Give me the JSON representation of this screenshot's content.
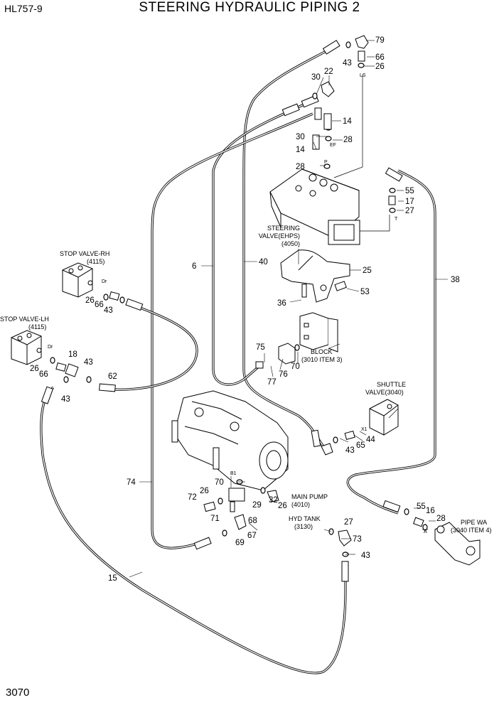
{
  "header": {
    "model": "HL757-9",
    "title": "STEERING HYDRAULIC PIPING 2"
  },
  "footer": {
    "page_number": "3070"
  },
  "components": [
    {
      "key": "steering_valve",
      "lines": [
        "STEERING",
        "VALVE(EHPS)",
        "(4050)"
      ]
    },
    {
      "key": "stop_valve_rh",
      "lines": [
        "STOP VALVE-RH",
        "(4115)"
      ]
    },
    {
      "key": "stop_valve_lh",
      "lines": [
        "STOP VALVE-LH",
        "(4115)"
      ]
    },
    {
      "key": "block",
      "lines": [
        "BLOCK",
        "(3010 ITEM 3)"
      ]
    },
    {
      "key": "shuttle_valve",
      "lines": [
        "SHUTTLE",
        "VALVE(3040)"
      ]
    },
    {
      "key": "main_pump",
      "lines": [
        "MAIN PUMP",
        "(4010)"
      ]
    },
    {
      "key": "hyd_tank",
      "lines": [
        "HYD TANK",
        "(3130)"
      ]
    },
    {
      "key": "pipe_wa",
      "lines": [
        "PIPE WA",
        "(3040 ITEM 4)"
      ]
    }
  ],
  "port_labels": [
    "LS",
    "EF",
    "P",
    "T",
    "Dr",
    "Dr",
    "B1",
    "X1",
    "A"
  ],
  "callouts": [
    "79",
    "66",
    "26",
    "43",
    "22",
    "30",
    "14",
    "30",
    "28",
    "14",
    "28",
    "55",
    "17",
    "27",
    "25",
    "53",
    "36",
    "40",
    "6",
    "38",
    "26",
    "66",
    "43",
    "26",
    "66",
    "18",
    "43",
    "43",
    "62",
    "75",
    "76",
    "77",
    "70",
    "44",
    "65",
    "43",
    "74",
    "70",
    "72",
    "26",
    "71",
    "29",
    "26",
    "32",
    "68",
    "67",
    "69",
    "27",
    "73",
    "43",
    "55",
    "16",
    "28",
    "15"
  ],
  "icons": [
    "steering-valve-icon",
    "bracket-icon",
    "block-icon",
    "shuttle-valve-icon",
    "stop-valve-icon",
    "main-pump-icon",
    "pipe-wa-icon",
    "hose-icon",
    "o-ring-icon",
    "fitting-icon",
    "elbow-icon"
  ]
}
